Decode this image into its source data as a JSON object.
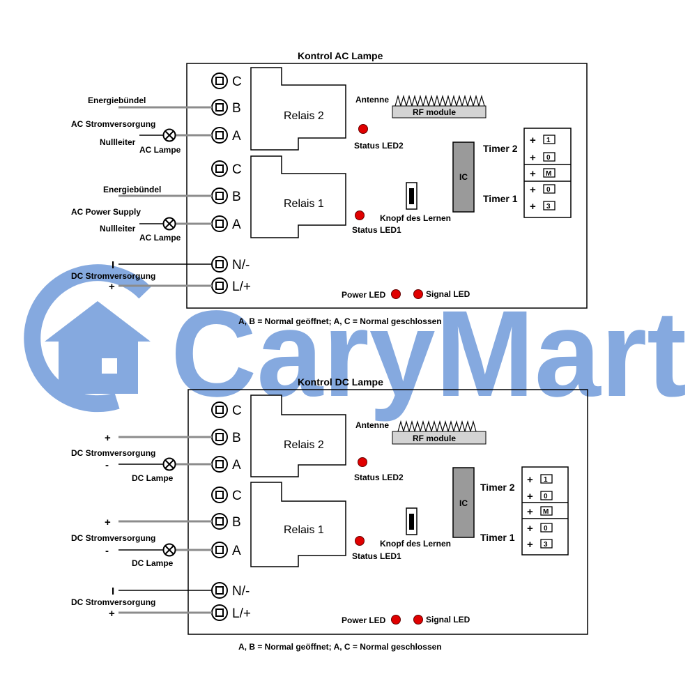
{
  "watermark": {
    "text": "CaryMart",
    "color": "#7fa5de"
  },
  "colors": {
    "led": "#e00000",
    "wire_gray": "#8c8c8c",
    "ic_fill": "#9a9a9a",
    "rf_fill": "#d3d3d3"
  },
  "ac_panel": {
    "title": "Kontrol AC Lampe",
    "terminals": [
      "C",
      "B",
      "A",
      "C",
      "B",
      "A",
      "N/-",
      "L/+"
    ],
    "relay2": "Relais 2",
    "relay1": "Relais 1",
    "antenna": "Antenne",
    "rf_module": "RF module",
    "status_led2": "Status LED2",
    "status_led1": "Status LED1",
    "learn_button": "Knopf des Lernen",
    "ic": "IC",
    "timer2": "Timer 2",
    "timer1": "Timer 1",
    "power_led": "Power LED",
    "signal_led": "Signal LED",
    "wire_labels": {
      "energy_b2": "Energiebündel",
      "supply_a2": "AC Stromversorgung",
      "neutral_a2": "Nullleiter",
      "lamp_a2": "AC Lampe",
      "energy_b1": "Energiebündel",
      "supply_a1": "AC Power Supply",
      "neutral_a1": "Nullleiter",
      "lamp_a1": "AC Lampe",
      "minus": "I",
      "dc_supply": "DC Stromversorgung",
      "plus": "+"
    },
    "note": "A, B = Normal geöffnet; A, C = Normal geschlossen"
  },
  "dc_panel": {
    "title": "Kontrol DC Lampe",
    "terminals": [
      "C",
      "B",
      "A",
      "C",
      "B",
      "A",
      "N/-",
      "L/+"
    ],
    "relay2": "Relais 2",
    "relay1": "Relais 1",
    "antenna": "Antenne",
    "rf_module": "RF module",
    "status_led2": "Status LED2",
    "status_led1": "Status LED1",
    "learn_button": "Knopf des Lernen",
    "ic": "IC",
    "timer2": "Timer 2",
    "timer1": "Timer 1",
    "power_led": "Power LED",
    "signal_led": "Signal LED",
    "wire_labels": {
      "plus_b2": "+",
      "supply_2": "DC Stromversorgung",
      "minus_a2": "-",
      "lamp_a2": "DC Lampe",
      "plus_b1": "+",
      "supply_1": "DC Stromversorgung",
      "minus_a1": "-",
      "lamp_a1": "DC Lampe",
      "minus": "I",
      "dc_supply": "DC Stromversorgung",
      "plus": "+"
    },
    "note": "A, B = Normal geöffnet; A, C = Normal geschlossen"
  },
  "dip_switches": {
    "plus": "+",
    "rows": [
      "1",
      "0",
      "M",
      "0",
      "3"
    ]
  }
}
